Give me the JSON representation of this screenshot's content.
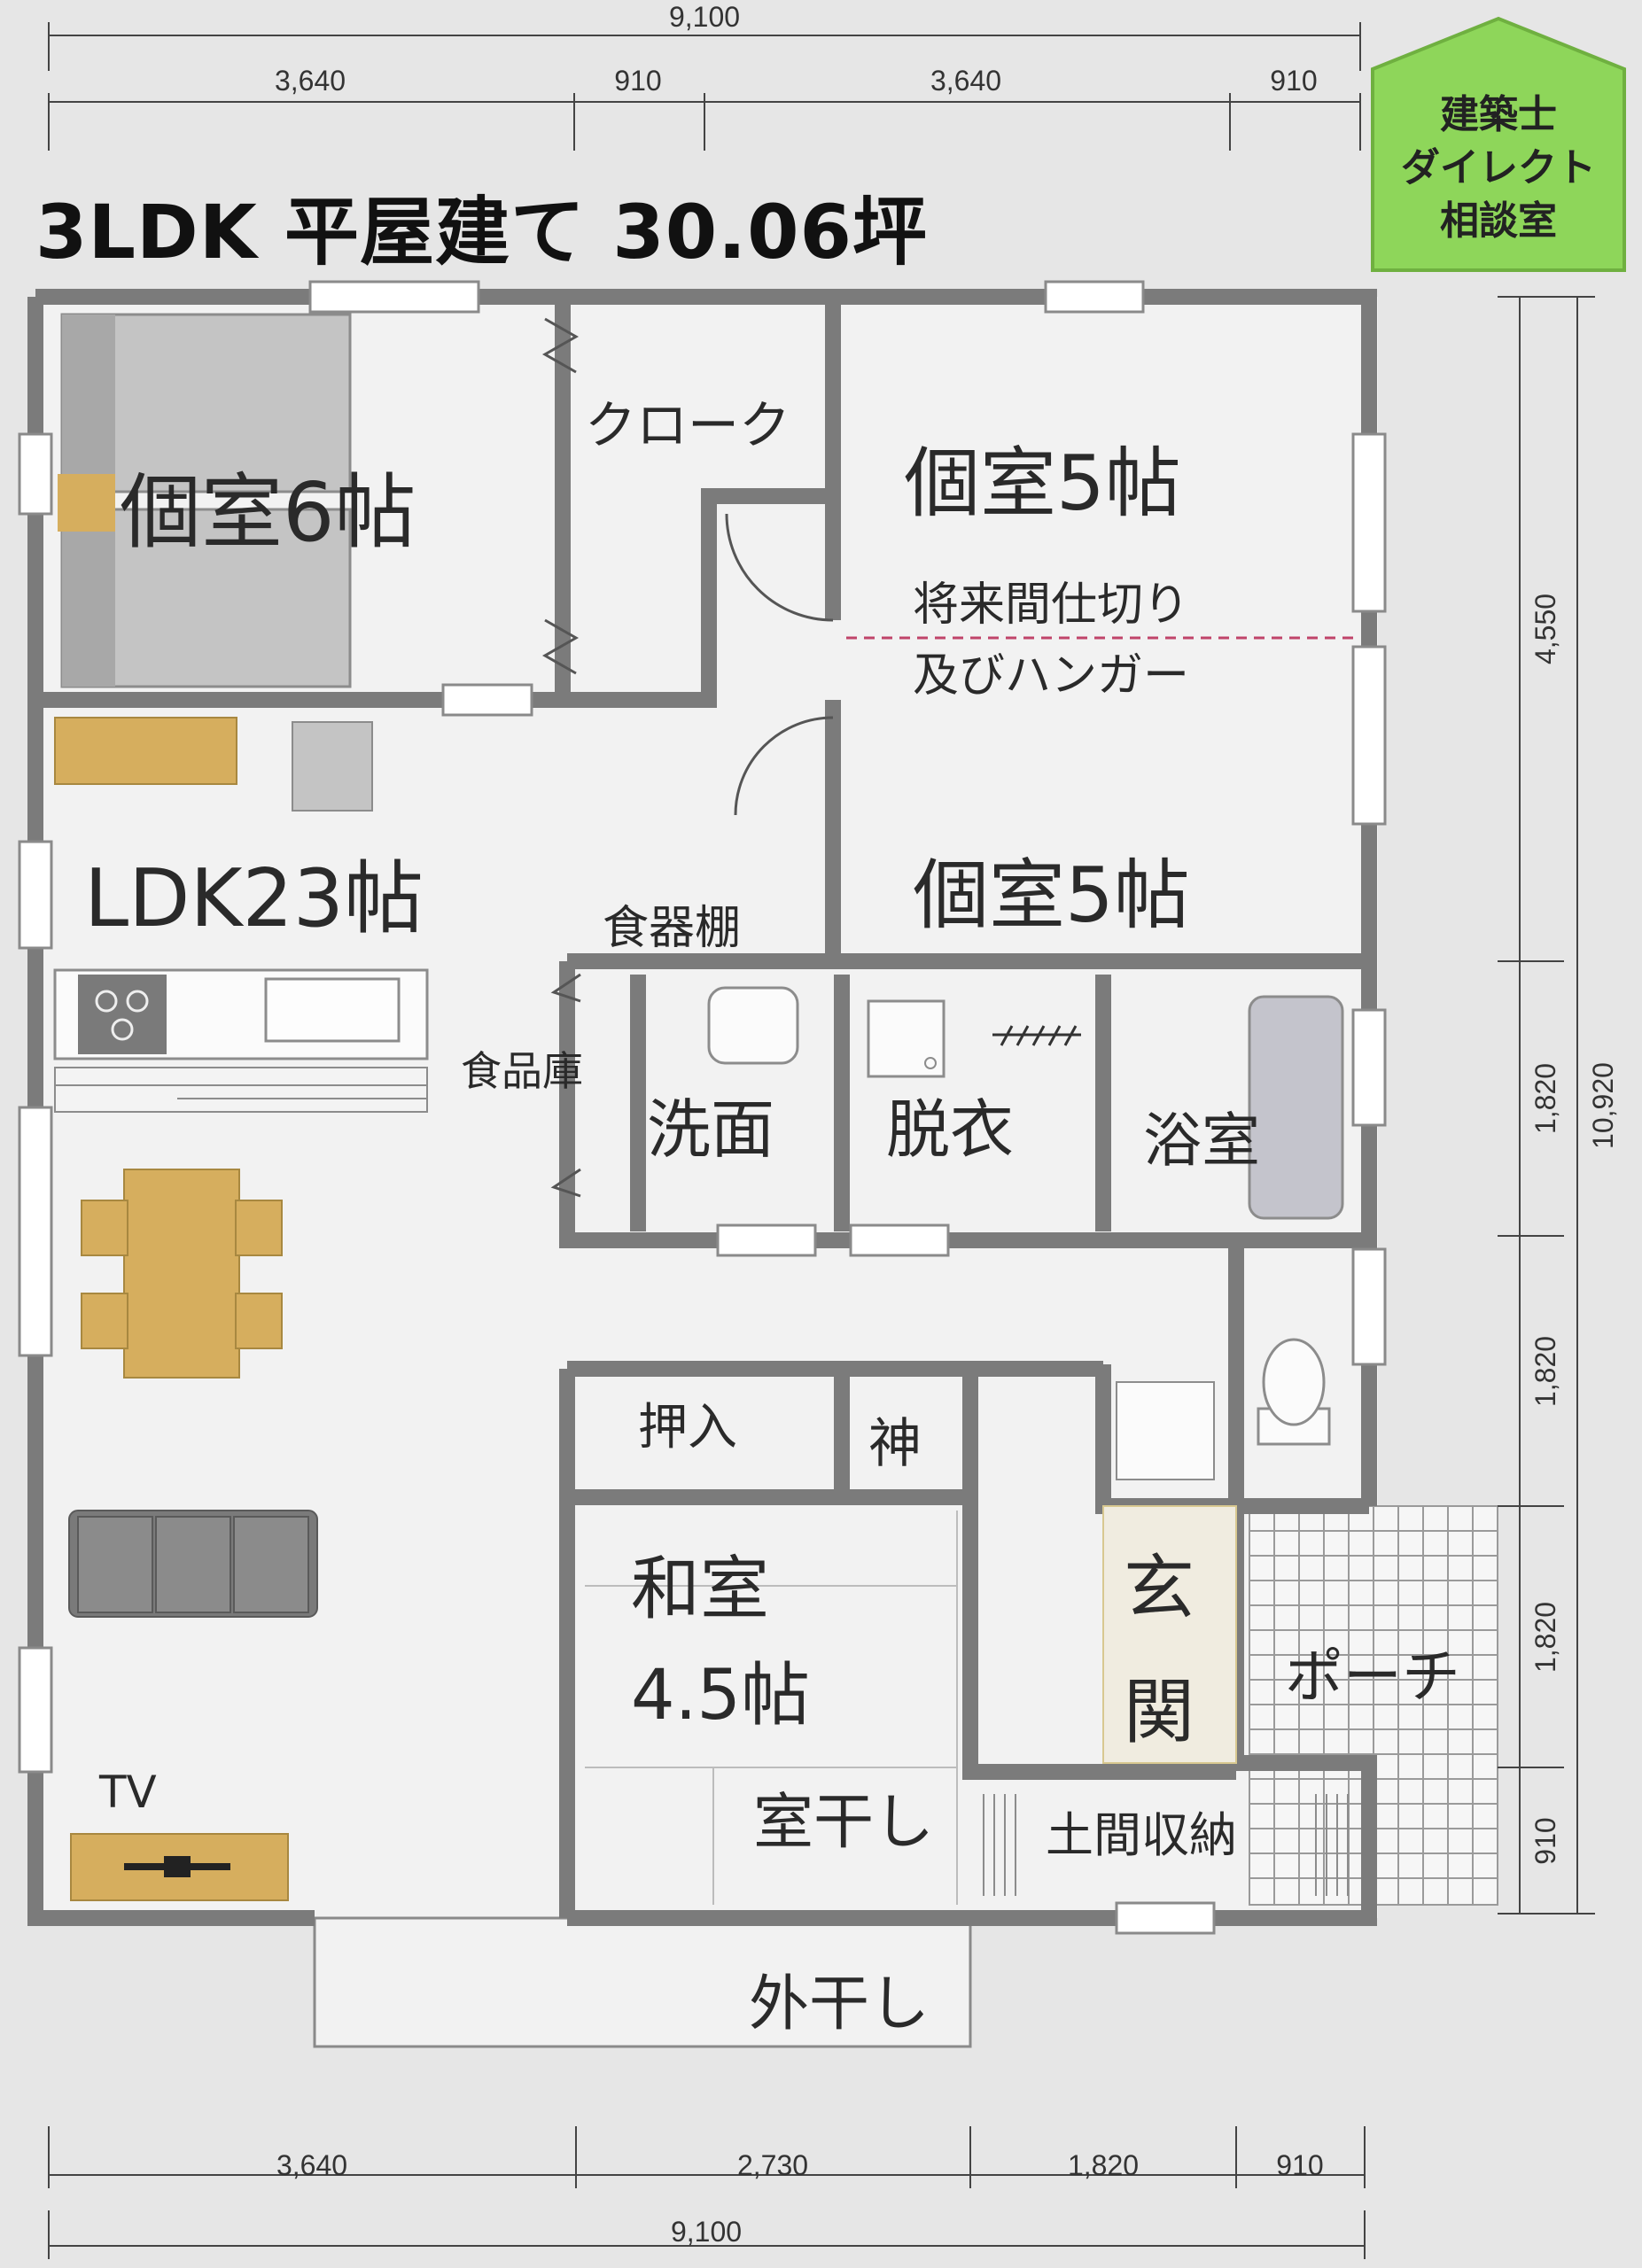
{
  "title": "3LDK 平屋建て 30.06坪",
  "badge": {
    "line1": "建築士",
    "line2": "ダイレクト",
    "line3": "相談室",
    "color": "#8ed65a"
  },
  "dimensions": {
    "top_total": "9,100",
    "top_segments": [
      "3,640",
      "910",
      "3,640",
      "910"
    ],
    "bottom_segments": [
      "3,640",
      "2,730",
      "1,820",
      "910"
    ],
    "bottom_total": "9,100",
    "right_segments": [
      "4,550",
      "1,820",
      "1,820",
      "1,820",
      "910"
    ],
    "right_total": "10,920"
  },
  "rooms": {
    "bedroom6": "個室6帖",
    "cloak": "クローク",
    "bedroom5a": "個室5帖",
    "partition_note_1": "将来間仕切り",
    "partition_note_2": "及びハンガー",
    "bedroom5b": "個室5帖",
    "ldk": "LDK23帖",
    "dish_shelf": "食器棚",
    "pantry": "食品庫",
    "washroom": "洗面",
    "dressing": "脱衣",
    "bath": "浴室",
    "closet": "押入",
    "altar": "神",
    "washitsu_1": "和室",
    "washitsu_2": "4.5帖",
    "entrance_1": "玄",
    "entrance_2": "関",
    "porch": "ポーチ",
    "indoor_dry": "室干し",
    "doma_storage": "土間収納",
    "outdoor_dry": "外干し",
    "tv": "TV"
  },
  "colors": {
    "wall": "#7b7b7b",
    "floor": "#f2f2f2",
    "furniture_wood": "#d6ae5e",
    "furniture_gray": "#7a7a7a",
    "partition_line": "#c0446a"
  }
}
